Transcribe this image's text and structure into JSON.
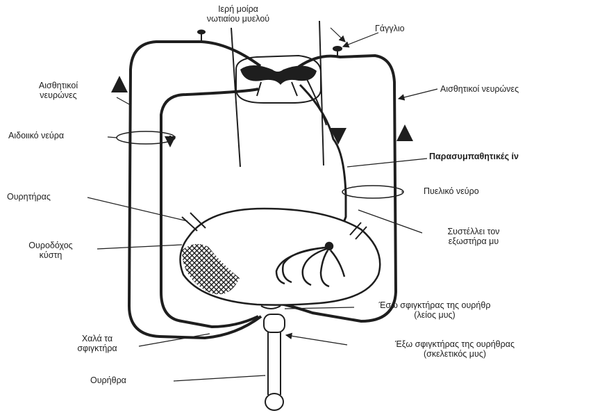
{
  "labels": {
    "spinal_segment_line1": "Ιερή μοίρα",
    "spinal_segment_line2": "νωτιαίου μυελού",
    "ganglion": "Γάγγλιο",
    "sensory_left_line1": "Αισθητικοί",
    "sensory_left_line2": "νευρώνες",
    "sensory_right": "Αισθητικοί νευρώνες",
    "pudendal_nerve": "Αιδοιικό νεύρα",
    "parasympathetic": "Παρασυμπαθητικές ίν",
    "ureter": "Ουρητήρας",
    "pelvic_nerve": "Πυελικό νεύρο",
    "bladder_line1": "Ουροδόχος",
    "bladder_line2": "κύστη",
    "contracts_line1": "Συστέλλει τον",
    "contracts_line2": "εξωστήρα μυ",
    "internal_sphincter_line1": "Έσω σφιγκτήρας της ουρήθρ",
    "internal_sphincter_line2": "(λείος μυς)",
    "relaxes_line1": "Χαλά τα",
    "relaxes_line2": "σφιγκτήρα",
    "external_sphincter_line1": "Έξω σφιγκτήρας της ουρήθρας",
    "external_sphincter_line2": "(σκελετικός μυς)",
    "urethra": "Ουρήθρα"
  },
  "colors": {
    "ink": "#1e1e1e",
    "background": "#ffffff"
  }
}
